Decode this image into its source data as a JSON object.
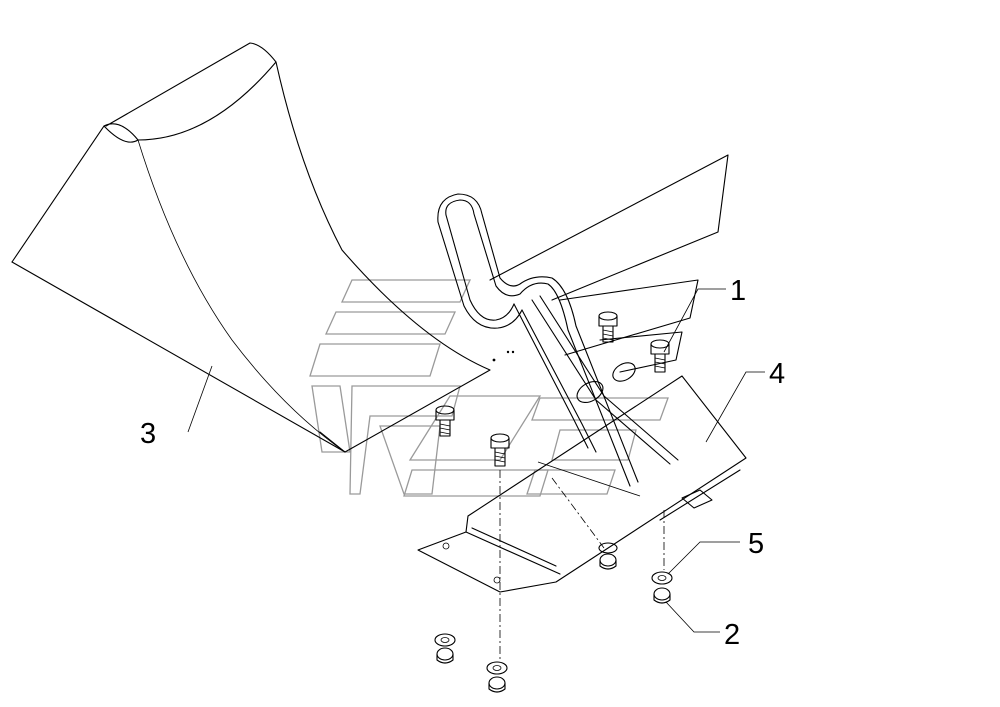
{
  "callouts": [
    {
      "id": "c1",
      "label": "1"
    },
    {
      "id": "c2",
      "label": "2"
    },
    {
      "id": "c3",
      "label": "3"
    },
    {
      "id": "c4",
      "label": "4"
    },
    {
      "id": "c5",
      "label": "5"
    }
  ],
  "parts": {
    "chute": "chute-shield",
    "bracket": "wire-bracket",
    "plate": "mounting-plate"
  },
  "colors": {
    "line": "#000000",
    "watermark": "#9a9a9a",
    "background": "#ffffff"
  }
}
